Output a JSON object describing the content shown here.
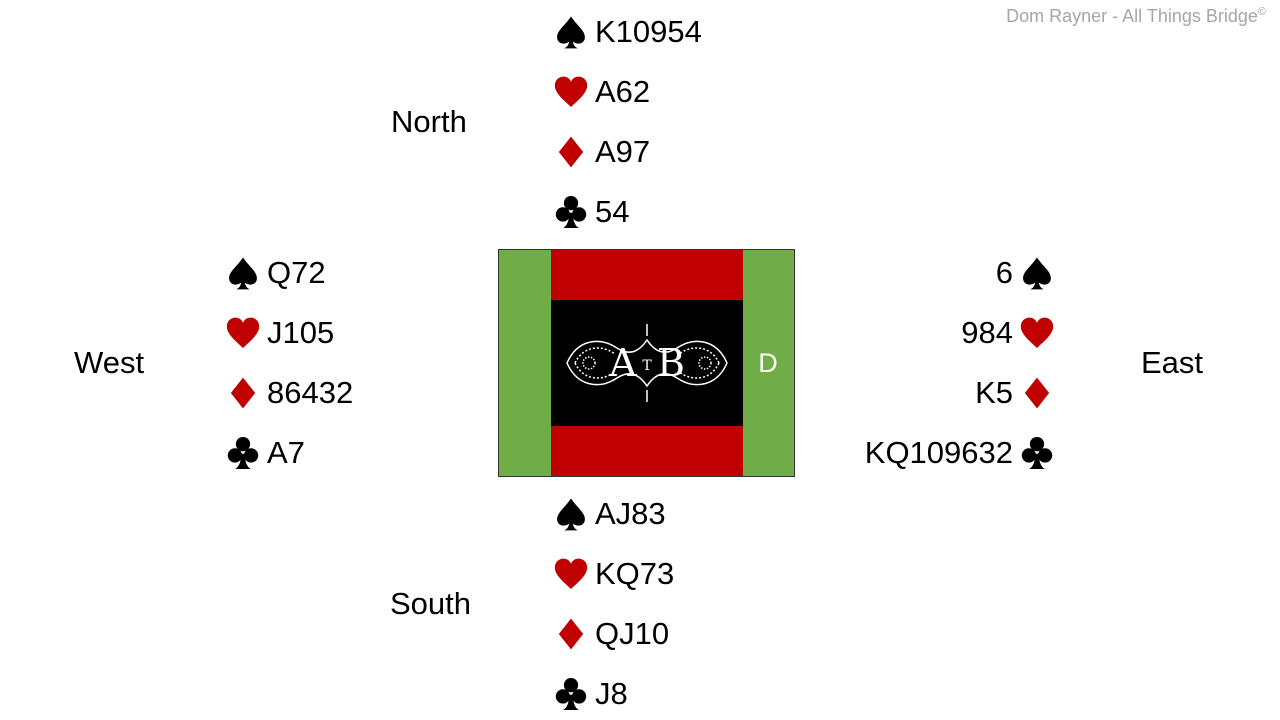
{
  "credit": {
    "text": "Dom Rayner - All Things Bridge",
    "symbol": "©"
  },
  "seats": {
    "north": {
      "label": "North",
      "spades": "K10954",
      "hearts": "A62",
      "diamonds": "A97",
      "clubs": "54"
    },
    "south": {
      "label": "South",
      "spades": "AJ83",
      "hearts": "KQ73",
      "diamonds": "QJ10",
      "clubs": "J8"
    },
    "west": {
      "label": "West",
      "spades": "Q72",
      "hearts": "J105",
      "diamonds": "86432",
      "clubs": "A7"
    },
    "east": {
      "label": "East",
      "spades": "6",
      "hearts": "984",
      "diamonds": "K5",
      "clubs": "KQ109632"
    }
  },
  "table": {
    "logo_text": "ATB",
    "logo_small": "T",
    "logo_a": "A",
    "logo_b": "B",
    "dealer_marker": "D",
    "colors": {
      "vulnerable": "#c00000",
      "non_vulnerable": "#70ad47",
      "center": "#000000"
    }
  },
  "suit_colors": {
    "spades": "#000000",
    "hearts": "#c00000",
    "diamonds": "#c00000",
    "clubs": "#000000"
  },
  "icons": {
    "spades": "spade-icon",
    "hearts": "heart-icon",
    "diamonds": "diamond-icon",
    "clubs": "club-icon"
  }
}
